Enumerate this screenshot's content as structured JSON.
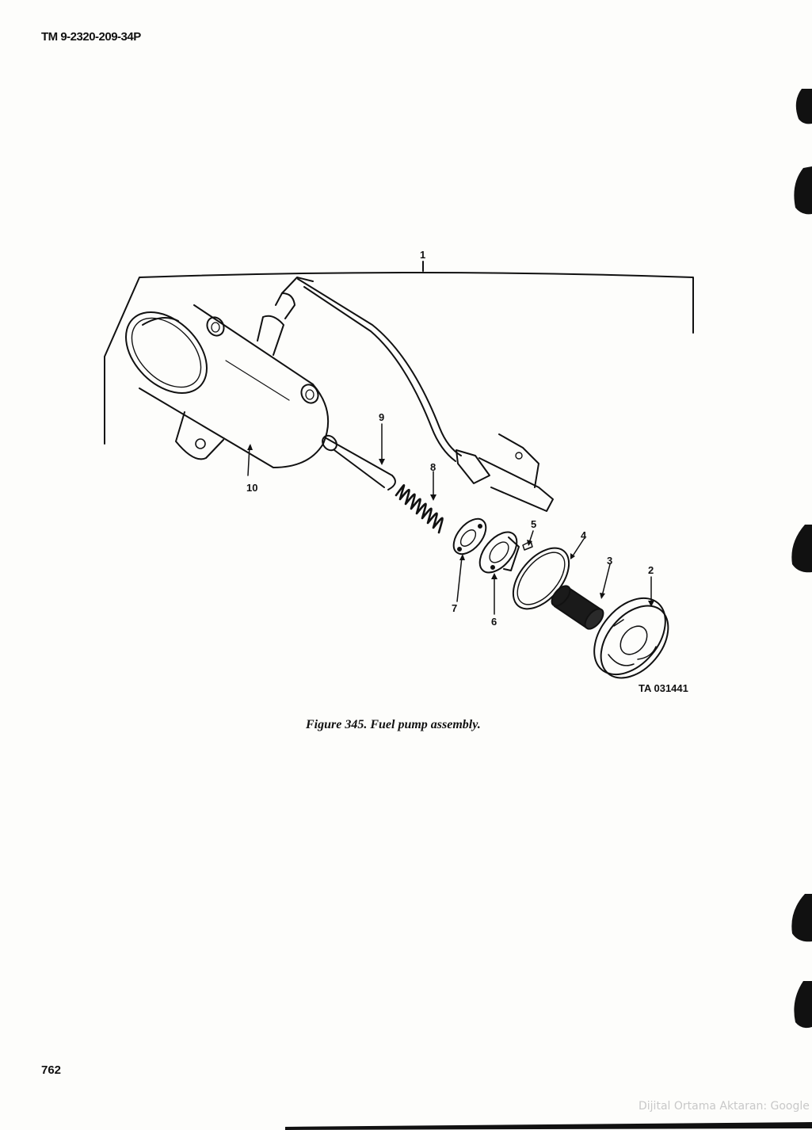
{
  "header": {
    "document_id": "TM 9-2320-209-34P"
  },
  "figure": {
    "caption": "Figure 345. Fuel pump assembly.",
    "ta_number": "TA 031441",
    "callouts": {
      "c1": "1",
      "c2": "2",
      "c3": "3",
      "c4": "4",
      "c5": "5",
      "c6": "6",
      "c7": "7",
      "c8": "8",
      "c9": "9",
      "c10": "10"
    }
  },
  "footer": {
    "page_number": "762",
    "watermark": "Dijital Ortama Aktaran: Google"
  }
}
